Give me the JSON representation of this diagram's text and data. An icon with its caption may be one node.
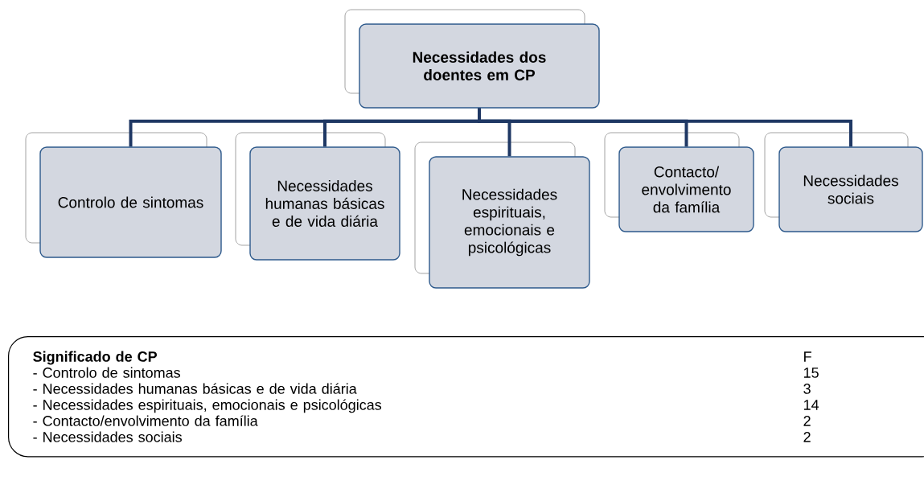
{
  "diagram": {
    "nodes": [
      {
        "text": [
          "Necessidades dos doentes em CP"
        ]
      },
      {
        "text": [
          "Controlo de sintomas"
        ]
      },
      {
        "text": [
          "Necessidades humanas básicas e de vida diária"
        ]
      },
      {
        "text": [
          "Necessidades espirituais, emocionais e psicológicas"
        ]
      },
      {
        "text": [
          "Contacto/ envolvimento da família"
        ]
      },
      {
        "text": [
          "Necessidades sociais"
        ]
      },
      {
        "text": [
          "Significado de CP",
          "F",
          "- Controlo de sintomas",
          "15",
          "- Necessidades humanas básicas e de vida diária",
          "3",
          "- Necessidades espirituais, emocionais e psicológicas",
          "14",
          "- Contacto/envolvimento da família",
          "2",
          "- Necessidades sociais",
          "2"
        ]
      }
    ],
    "edges": [
      {
        "from": 0,
        "to": 1,
        "arrow": "none"
      },
      {
        "from": 0,
        "to": 2,
        "arrow": "none"
      },
      {
        "from": 0,
        "to": 3,
        "arrow": "none"
      },
      {
        "from": 0,
        "to": 4,
        "arrow": "none"
      },
      {
        "from": 0,
        "to": 5,
        "arrow": "none"
      }
    ]
  }
}
